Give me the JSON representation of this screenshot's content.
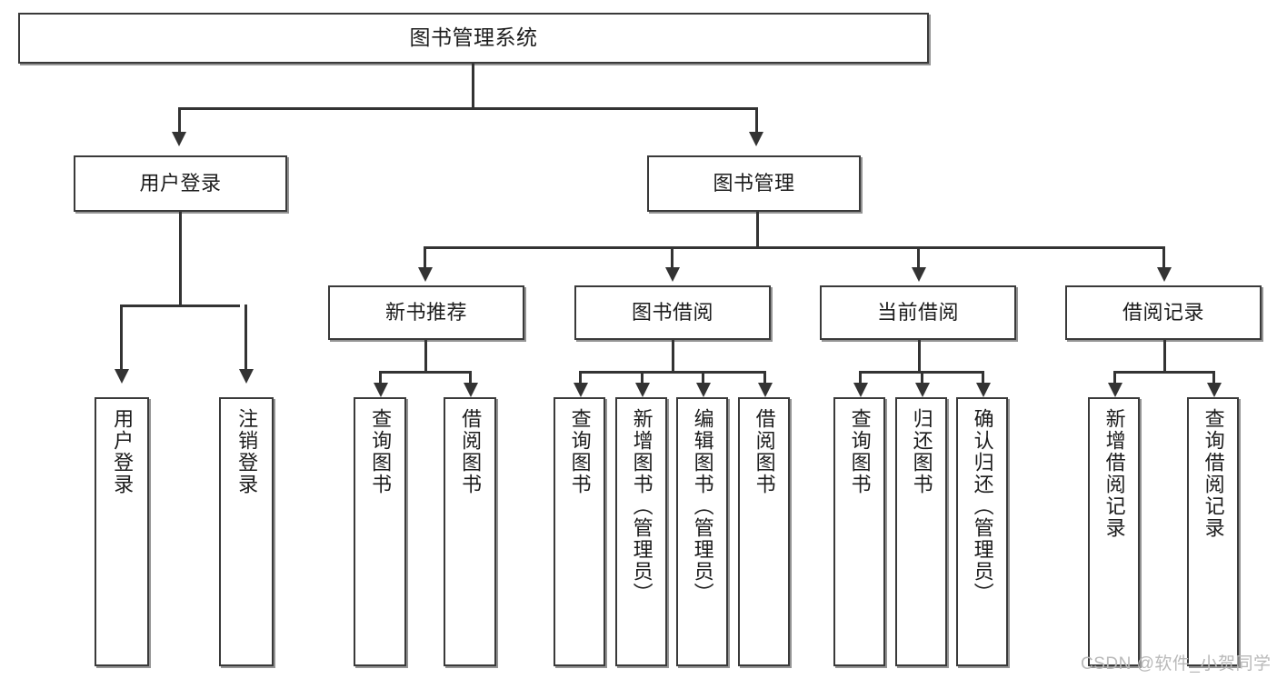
{
  "diagram": {
    "title": "图书管理系统",
    "type": "hierarchy-tree",
    "levels": 4,
    "root": {
      "label": "图书管理系统"
    },
    "level2": [
      {
        "label": "用户登录"
      },
      {
        "label": "图书管理"
      }
    ],
    "level3": [
      {
        "label": "新书推荐"
      },
      {
        "label": "图书借阅"
      },
      {
        "label": "当前借阅"
      },
      {
        "label": "借阅记录"
      }
    ],
    "leaves": {
      "user_login": [
        {
          "label": "用户登录"
        },
        {
          "label": "注销登录"
        }
      ],
      "new_book_recommend": [
        {
          "label": "查询图书"
        },
        {
          "label": "借阅图书"
        }
      ],
      "book_borrow": [
        {
          "label": "查询图书"
        },
        {
          "label": "新增图书（管理员）"
        },
        {
          "label": "编辑图书（管理员）"
        },
        {
          "label": "借阅图书"
        }
      ],
      "current_borrow": [
        {
          "label": "查询图书"
        },
        {
          "label": "归还图书"
        },
        {
          "label": "确认归还（管理员）"
        }
      ],
      "borrow_record": [
        {
          "label": "新增借阅记录"
        },
        {
          "label": "查询借阅记录"
        }
      ]
    }
  },
  "watermark": {
    "text": "CSDN @软件_小贺同学"
  },
  "colors": {
    "box_border": "#3a3a3a",
    "line": "#333333",
    "background": "#ffffff",
    "text": "#1c1c1c",
    "watermark": "#b9b9b9"
  }
}
